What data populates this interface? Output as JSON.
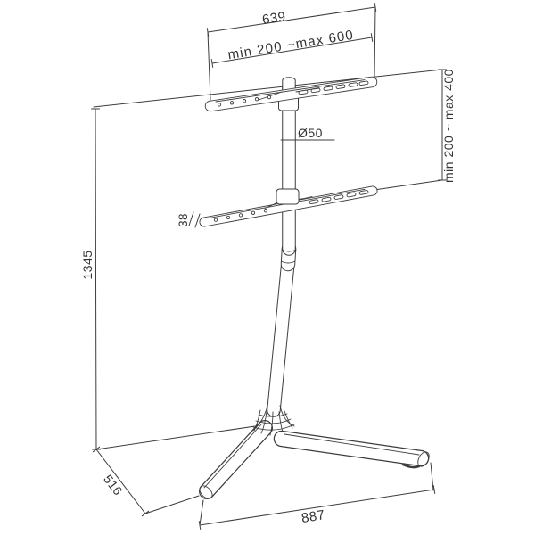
{
  "diagram": {
    "type": "technical-drawing",
    "subject": "TV floor stand isometric dimension drawing",
    "colors": {
      "line": "#3d3d3d",
      "background": "#ffffff",
      "text": "#333333"
    },
    "labels": {
      "top_width": "639",
      "vesa_width_range": "min 200 ~max 600",
      "vesa_height_range": "min 200 ~ max 400",
      "pole_diameter": "Ø50",
      "bracket_height": "38",
      "stand_height": "1345",
      "base_depth": "516",
      "base_width": "887"
    }
  }
}
